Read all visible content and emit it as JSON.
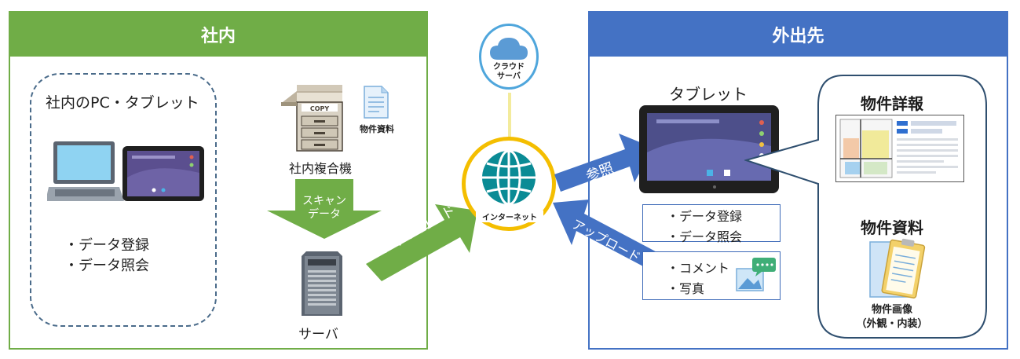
{
  "left_panel": {
    "title": "社内",
    "pc_group": {
      "title": "社内のPC・タブレット",
      "features": [
        "・データ登録",
        "・データ照会"
      ]
    },
    "copier_label": "社内複合機",
    "copier_text": "COPY",
    "doc_label": "物件資料",
    "scan_arrow_text": [
      "スキャン",
      "データ"
    ],
    "server_label": "サーバ",
    "upload_arrow_text": "アップロード"
  },
  "center": {
    "cloud_label": [
      "クラウド",
      "サーバ"
    ],
    "internet_label": "インターネット"
  },
  "right_panel": {
    "title": "外出先",
    "tablet_label": "タブレット",
    "refer_arrow_text": "参照",
    "upload_arrow_text": "アップロード",
    "features": [
      "・データ登録",
      "・データ照会"
    ],
    "upload_items": [
      "・コメント",
      "・写真"
    ],
    "bubble": {
      "detail_title": "物件詳報",
      "material_title": "物件資料",
      "image_label": [
        "物件画像",
        "（外観・内装）"
      ]
    }
  },
  "colors": {
    "green": "#70ad47",
    "blue": "#4472c4",
    "cloud_ring": "#4fa6dc",
    "globe_ring": "#f4be00",
    "globe": "#0a8b95"
  }
}
